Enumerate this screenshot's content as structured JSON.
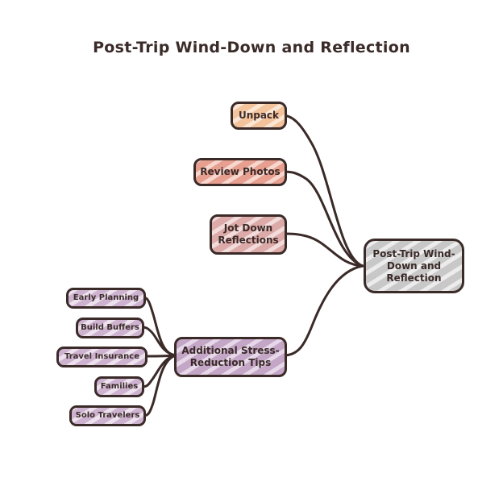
{
  "title": "Post-Trip Wind-Down and Reflection",
  "colors": {
    "ink": "#3a2a28",
    "unpack": "#f3c39c",
    "review_photos": "#e7a090",
    "jot_down": "#dcaaa8",
    "root": "#c8c8c8",
    "tips": "#c4a6c6",
    "tip_items": "#cdb3cf"
  },
  "nodes": {
    "root": "Post-Trip Wind-Down and Reflection",
    "unpack": "Unpack",
    "review_photos": "Review Photos",
    "jot_down": "Jot Down Reflections",
    "tips": "Additional Stress-Reduction Tips",
    "early_planning": "Early Planning",
    "build_buffers": "Build Buffers",
    "travel_insurance": "Travel Insurance",
    "families": "Families",
    "solo_travelers": "Solo Travelers"
  }
}
